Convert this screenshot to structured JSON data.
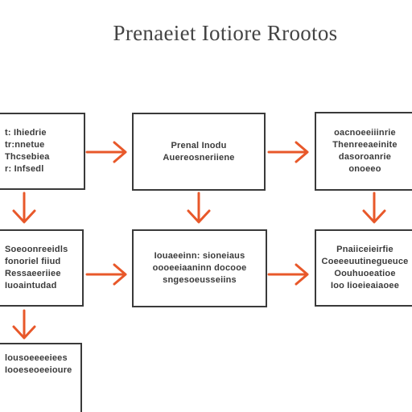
{
  "title": "Prenaeiet Iotiore Rrootos",
  "boxes": [
    {
      "id": "box-1",
      "lines": [
        "t: Ihiedrie",
        "tr:nnetue",
        "Thcsebiea",
        "r: Infsedl"
      ]
    },
    {
      "id": "box-2",
      "lines": [
        "Prenal  Inodu",
        "Auereosneriiene"
      ]
    },
    {
      "id": "box-3",
      "lines": [
        "oacnoeeiiinrie",
        "Thenreeaeinite",
        "dasoroanrie",
        "onoeeo"
      ]
    },
    {
      "id": "box-4",
      "lines": [
        "Soeoonreeidls",
        "fonoriel fiiud",
        "Ressaeeriiee",
        "Iuoaintudad"
      ]
    },
    {
      "id": "box-5",
      "lines": [
        "Iouaeeinn: sioneiaus",
        "oooeeiaaninn docooe",
        "sngesoeusseiins"
      ]
    },
    {
      "id": "box-6",
      "lines": [
        "Pnaiiceieirfie",
        "Coeeeuutinegueuce",
        "Oouhuoeatioe",
        "Ioo  Iioeieaiaoee"
      ]
    },
    {
      "id": "box-7",
      "lines": [
        "lousoeeeeiees",
        "Iooeseoeeioure"
      ]
    }
  ],
  "colors": {
    "arrow": "#e8582a",
    "border": "#3a3a3a",
    "text": "#3a3a3a"
  }
}
